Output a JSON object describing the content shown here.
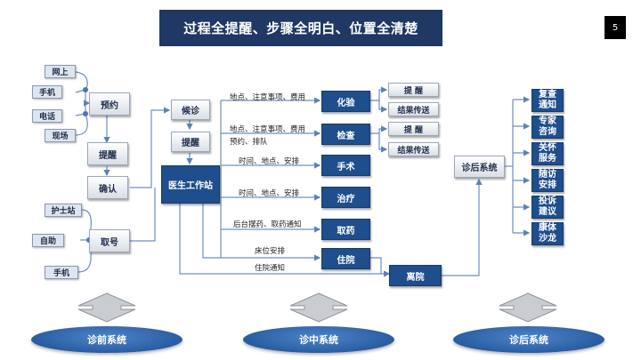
{
  "header": {
    "title": "过程全提醒、步骤全明白、位置全清楚",
    "page_number": "5"
  },
  "pre": {
    "channels": [
      "网上",
      "手机",
      "电话",
      "现场"
    ],
    "appointment": "预约",
    "remind": "提醒",
    "confirm": "确认",
    "nurse_station": "护士站",
    "self_service": "自助",
    "mobile": "手机",
    "take_number": "取号"
  },
  "mid": {
    "wait": "候诊",
    "remind": "提醒",
    "workstation": "医生工作站",
    "lab": "化验",
    "exam": "检查",
    "surgery": "手术",
    "treatment": "治疗",
    "medicine": "取药",
    "hospitalize": "住院",
    "discharge": "离院",
    "sub_remind": "提 醒",
    "sub_result": "结果传送"
  },
  "labels": {
    "lab": "地点、注意事项、费用",
    "exam1": "地点、注意事项、费用",
    "exam2": "预约、排队",
    "surgery": "时间、地点、安排",
    "treatment": "时间、地点、安排",
    "medicine": "后台摆药、取药通知",
    "bed": "床位安排",
    "admit": "住院通知"
  },
  "post": {
    "system": "诊后系统",
    "items": [
      "复查通知",
      "专家咨询",
      "关怀服务",
      "随访安排",
      "投诉建议",
      "康体沙龙"
    ]
  },
  "footer": {
    "pre": "诊前系统",
    "mid": "诊中系统",
    "post": "诊后系统"
  }
}
